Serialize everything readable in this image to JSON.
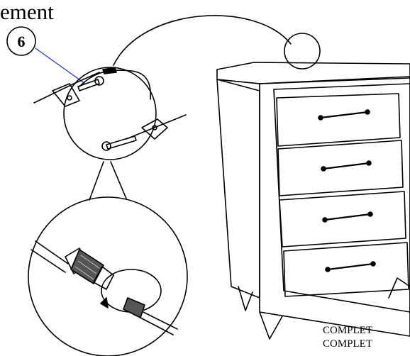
{
  "heading": {
    "fragment": "ement"
  },
  "callout": {
    "part_number": "6"
  },
  "caption": {
    "line1": "COMPLET",
    "line2": "COMPLET"
  },
  "colors": {
    "line": "#000000",
    "leader": "#1f2fd6",
    "background": "#ffffff"
  },
  "icons": {
    "detail_circle": "anti-tip-hardware-detail",
    "zoom_circle": "cable-turnbuckle-detail",
    "furniture": "four-drawer-chest"
  }
}
